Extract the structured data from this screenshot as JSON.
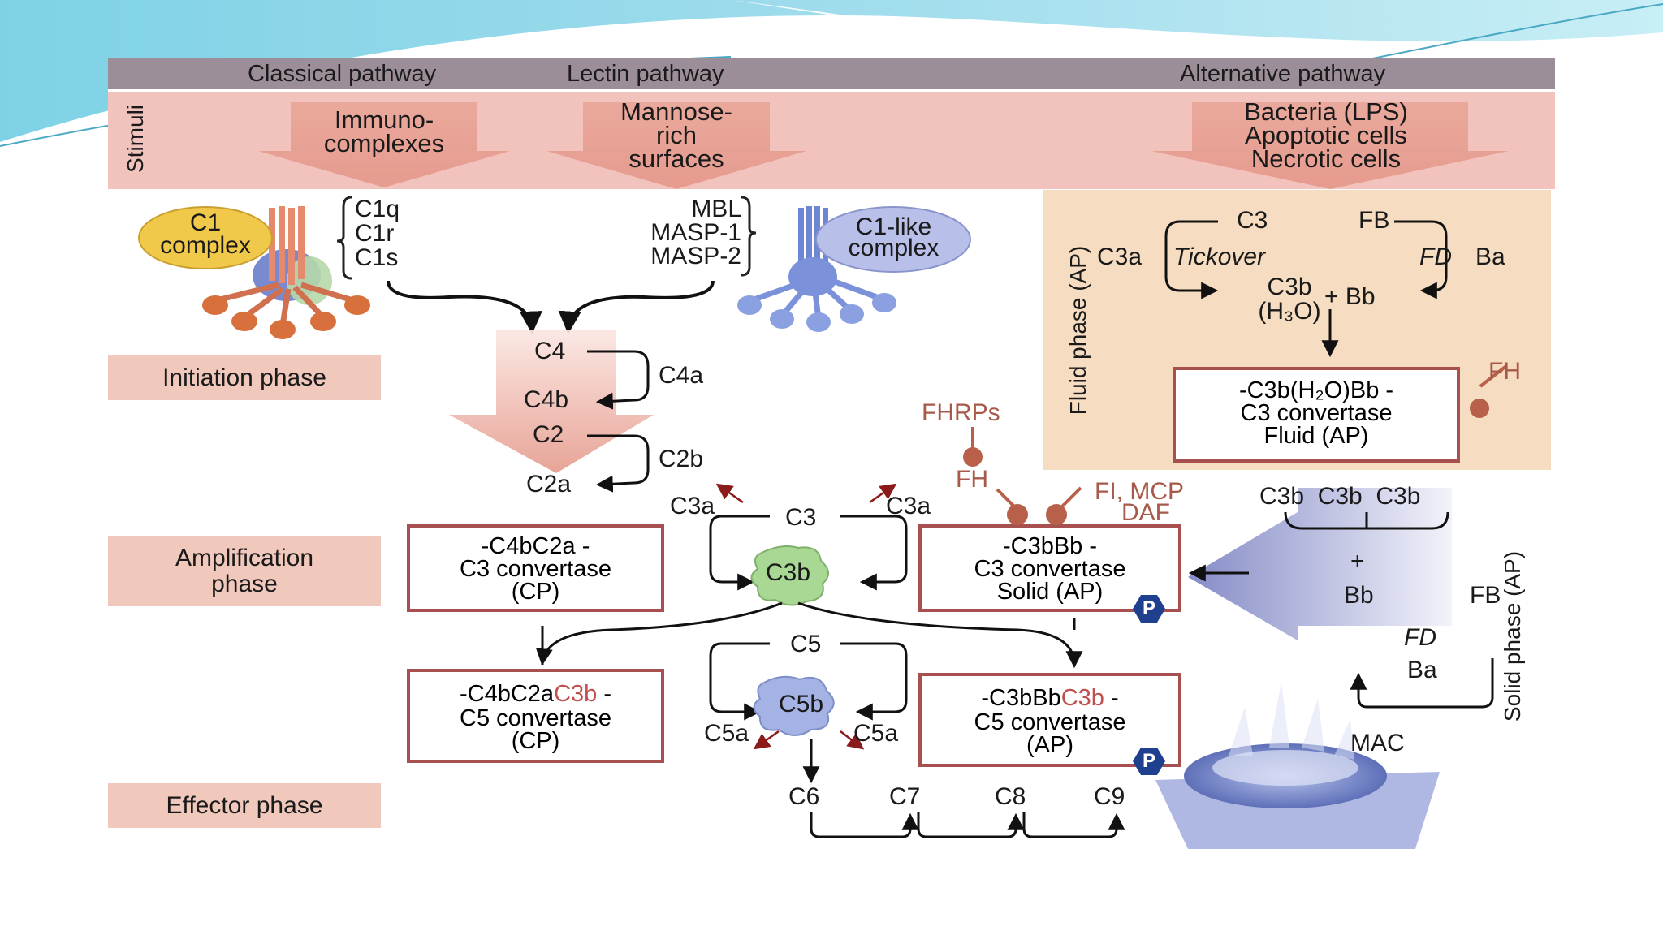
{
  "headers": {
    "classical": "Classical pathway",
    "lectin": "Lectin pathway",
    "alternative": "Alternative pathway"
  },
  "stimuli": {
    "label": "Stimuli",
    "classical": "Immuno-\ncomplexes",
    "lectin": "Mannose-\nrich\nsurfaces",
    "alternative": "Bacteria (LPS)\nApoptotic cells\nNecrotic cells"
  },
  "phases": {
    "initiation": "Initiation phase",
    "amplification": "Amplification\nphase",
    "effector": "Effector phase"
  },
  "complexes": {
    "c1": "C1\ncomplex",
    "c1_parts": "C1q\nC1r\nC1s",
    "lectin_parts": "MBL\nMASP-1\nMASP-2",
    "c1_like": "C1-like\ncomplex",
    "mac": "MAC"
  },
  "classical_cascade": {
    "c4": "C4",
    "c4a": "C4a",
    "c4b": "C4b",
    "c2": "C2",
    "c2b": "C2b",
    "c2a": "C2a"
  },
  "fluid_phase": {
    "label": "Fluid phase (AP)",
    "c3": "C3",
    "fb": "FB",
    "c3a": "C3a",
    "tickover": "Tickover",
    "fd": "FD",
    "ba": "Ba",
    "c3b_h2o_line1": "C3b",
    "c3b_h2o_line2": "(H₃O)",
    "plus_bb": "+ Bb",
    "fh": "FH",
    "convertase": "-C3b(H₂O)Bb -\nC3 convertase\nFluid (AP)"
  },
  "amplification": {
    "c3": "C3",
    "c3a_left": "C3a",
    "c3a_right": "C3a",
    "c3b": "C3b",
    "fhrps": "FHRPs",
    "fh": "FH",
    "fi_mcp": "FI, MCP",
    "daf": "DAF",
    "cp_c3_convertase": "-C4bC2a -\nC3 convertase\n(CP)",
    "ap_c3_convertase": "-C3bBb -\nC3 convertase\nSolid (AP)",
    "p_badge": "P"
  },
  "solid_phase": {
    "label": "Solid phase (AP)",
    "c3b_row": "C3b  C3b  C3b",
    "plus": "+",
    "bb": "Bb",
    "fb": "FB",
    "fd": "FD",
    "ba": "Ba"
  },
  "effector": {
    "c5": "C5",
    "c5b": "C5b",
    "c5a_left": "C5a",
    "c5a_right": "C5a",
    "cp_c5_prefix": "-C4bC2a",
    "cp_c5_highlight": "C3b",
    "cp_c5_suffix": " -",
    "cp_c5_rest": "C5 convertase\n(CP)",
    "ap_c5_prefix": "-C3bBb",
    "ap_c5_highlight": "C3b",
    "ap_c5_suffix": " -",
    "ap_c5_rest": "C5 convertase\n(AP)",
    "c6": "C6",
    "c7": "C7",
    "c8": "C8",
    "c9": "C9"
  },
  "colors": {
    "header_bar": "#9c8e98",
    "stimuli_band": "#f2c2bc",
    "fluid_panel": "#f6dcc0",
    "box_border": "#a85050",
    "regulator": "#b8604a",
    "slide_accent": "#5fc3dd"
  }
}
